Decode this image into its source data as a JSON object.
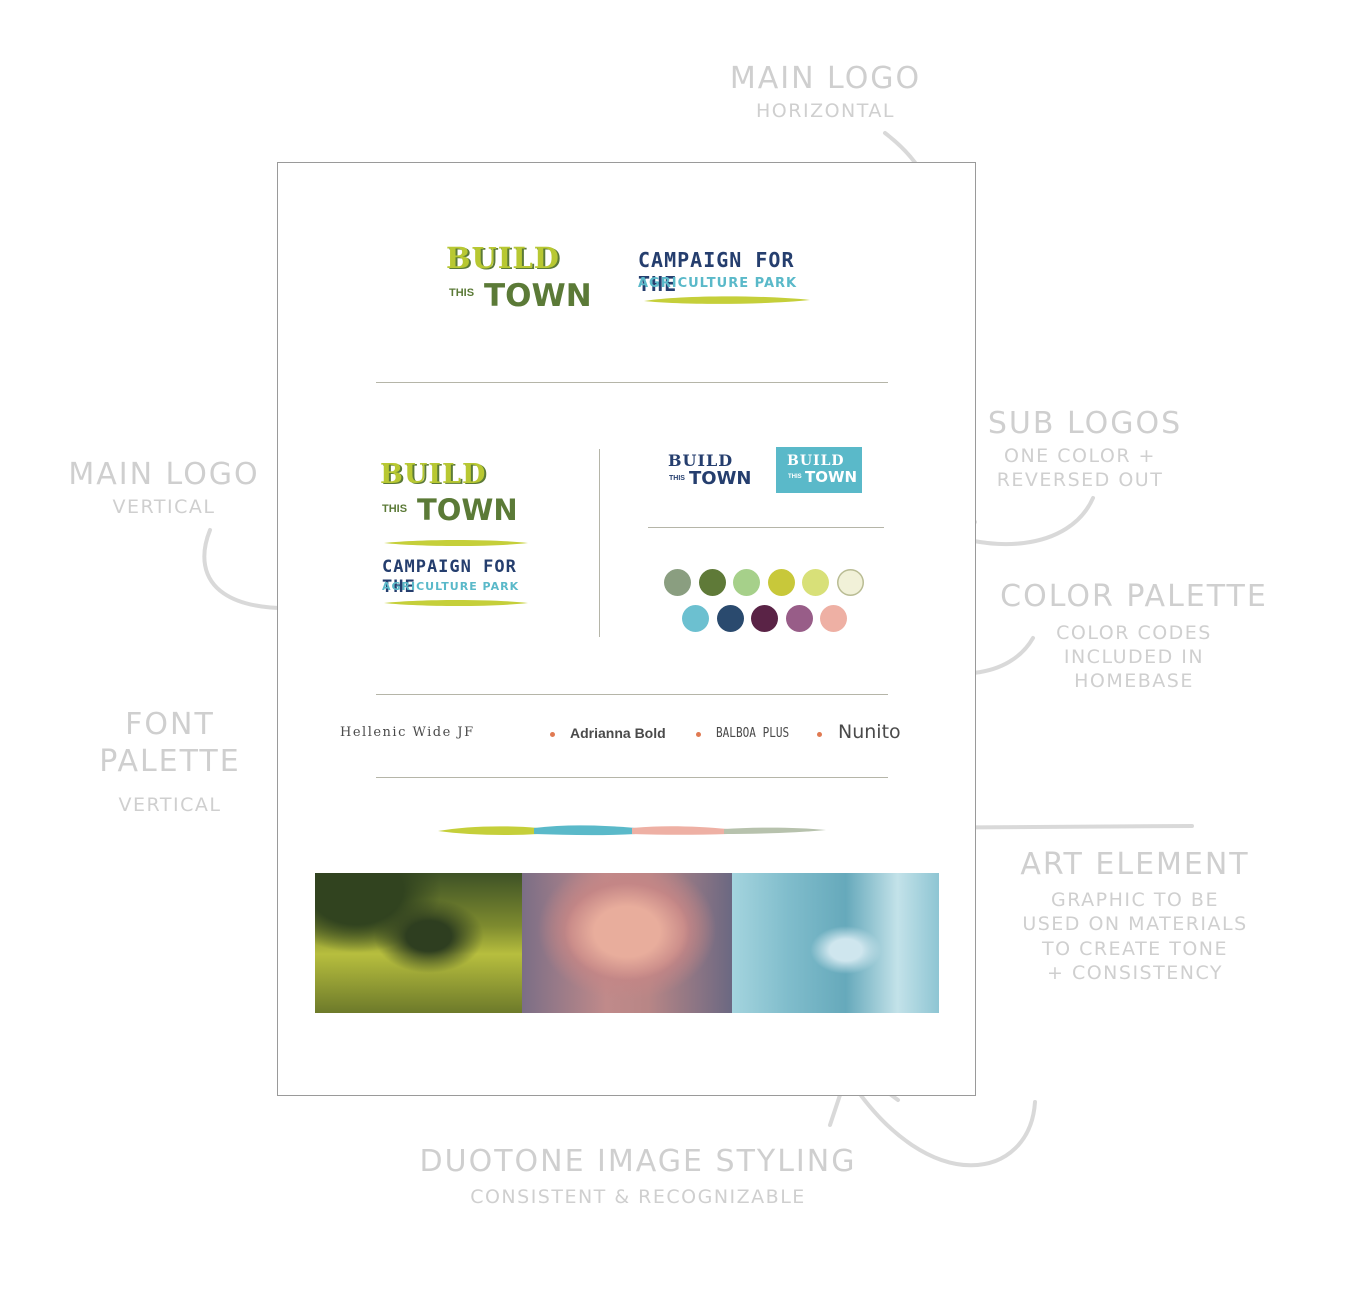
{
  "annotations": {
    "main_logo_horizontal": {
      "title": "MAIN LOGO",
      "sub": "HORIZONTAL"
    },
    "sub_logos": {
      "title": "SUB LOGOS",
      "sub1": "ONE COLOR +",
      "sub2": "REVERSED OUT"
    },
    "main_logo_vertical": {
      "title": "MAIN LOGO",
      "sub": "VERTICAL"
    },
    "color_palette": {
      "title": "COLOR PALETTE",
      "sub1": "COLOR CODES",
      "sub2": "INCLUDED IN",
      "sub3": "HOMEBASE"
    },
    "font_palette": {
      "title1": "FONT",
      "title2": "PALETTE",
      "sub": "VERTICAL"
    },
    "art_element": {
      "title": "ART ELEMENT",
      "sub1": "GRAPHIC TO BE",
      "sub2": "USED ON MATERIALS",
      "sub3": "TO CREATE TONE",
      "sub4": "+ CONSISTENCY"
    },
    "duotone": {
      "title": "DUOTONE IMAGE STYLING",
      "sub": "CONSISTENT & RECOGNIZABLE"
    }
  },
  "logo": {
    "build": "BUILD",
    "this": "THIS",
    "town": "TOWN",
    "campaign": "CAMPAIGN FOR THE",
    "agriculture": "AGRICULTURE PARK"
  },
  "palette": {
    "row1": [
      "#8a9e80",
      "#5f7a38",
      "#a6d08a",
      "#c8c83a",
      "#d8e078",
      "#f1f1d8"
    ],
    "row2": [
      "#6cc0d0",
      "#2a4a6e",
      "#5a2346",
      "#985d88",
      "#eeb0a4"
    ]
  },
  "fonts": [
    "Hellenic Wide JF",
    "Adrianna Bold",
    "BALBOA PLUS",
    "Nunito"
  ],
  "colors": {
    "green_dark": "#5b7a37",
    "green_light": "#b8c832",
    "green_lime": "#c5cf3a",
    "navy": "#253e6e",
    "teal": "#5ab9c9",
    "annotation": "#cfcfcf"
  }
}
